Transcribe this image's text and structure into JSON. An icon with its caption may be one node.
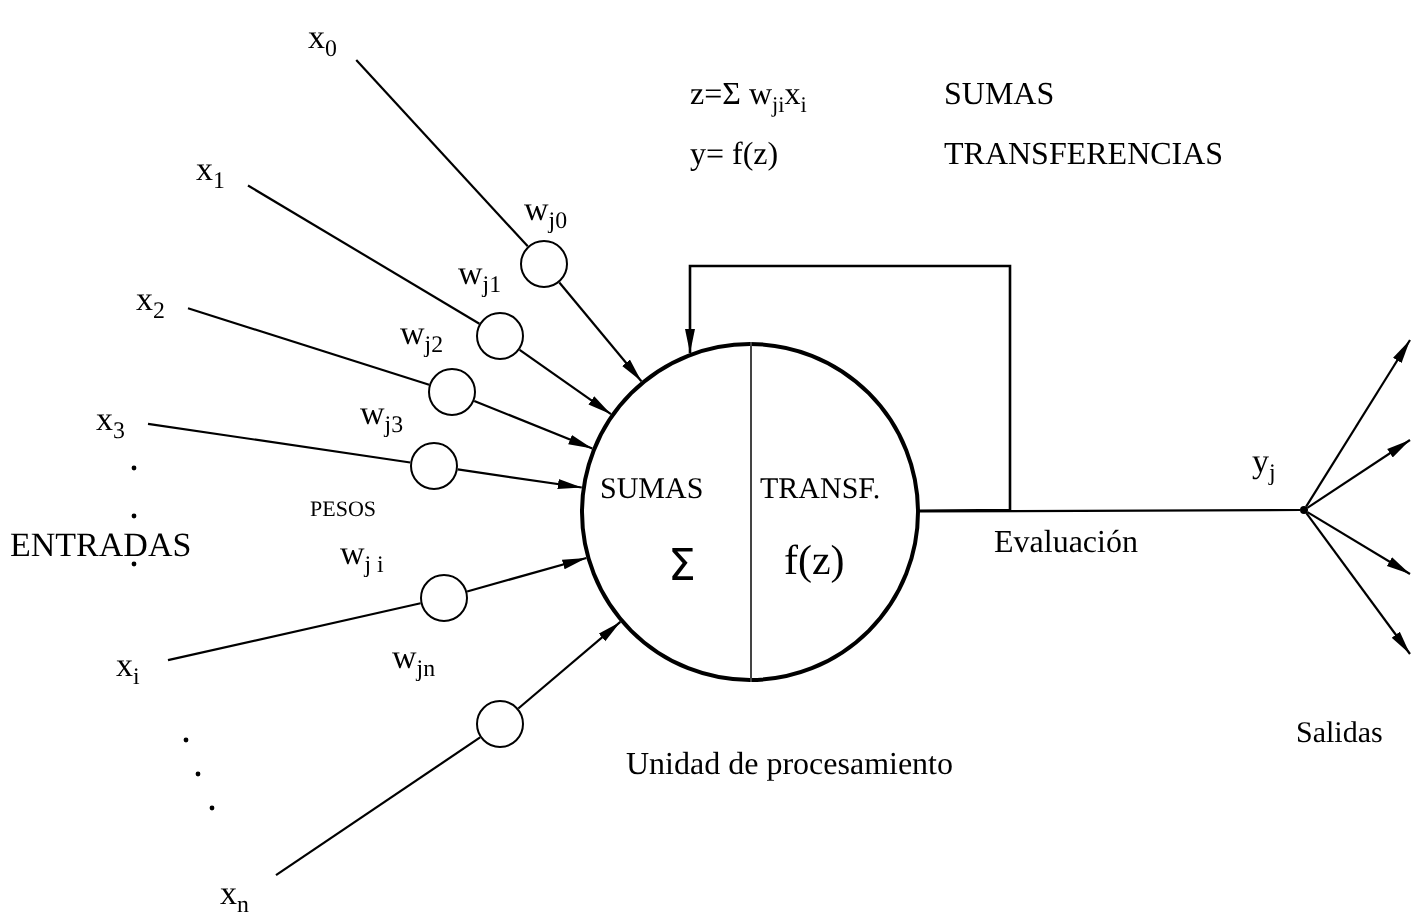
{
  "diagram": {
    "nodes": [
      {
        "text": [
          "x$_{0}$"
        ]
      },
      {
        "text": [
          "x$_{1}$"
        ]
      },
      {
        "text": [
          "x$_{2}$"
        ]
      },
      {
        "text": [
          "x$_{3}$"
        ]
      },
      {
        "text": [
          "x$_{i}$"
        ]
      },
      {
        "text": [
          "x$_{n}$"
        ]
      },
      {
        "text": [],
        "shape": "circle",
        "beside": [
          "w$_{j0}$"
        ]
      },
      {
        "text": [],
        "shape": "circle",
        "beside": [
          "w$_{j1}$"
        ]
      },
      {
        "text": [],
        "shape": "circle",
        "beside": [
          "w$_{j2}$"
        ]
      },
      {
        "text": [],
        "shape": "circle",
        "beside": [
          "w$_{j3}$"
        ]
      },
      {
        "text": [],
        "shape": "circle",
        "beside": [
          "w$_{j i}$"
        ]
      },
      {
        "text": [],
        "shape": "circle",
        "beside": [
          "w$_{jn}$"
        ]
      },
      {
        "text": [
          "SUMAS",
          "Σ",
          "TRANSF.",
          "f(z)"
        ],
        "beside": [
          "Unidad de procesamiento"
        ]
      },
      {
        "text": [],
        "shape": "dot",
        "beside": [
          "y$_{j}$"
        ]
      }
    ],
    "edges": [
      {
        "from": 0,
        "to": 6,
        "arrow": "none"
      },
      {
        "from": 1,
        "to": 7,
        "arrow": "none"
      },
      {
        "from": 2,
        "to": 8,
        "arrow": "none"
      },
      {
        "from": 3,
        "to": 9,
        "arrow": "none"
      },
      {
        "from": 4,
        "to": 10,
        "arrow": "none"
      },
      {
        "from": 5,
        "to": 11,
        "arrow": "none"
      },
      {
        "from": 6,
        "to": 12,
        "arrow": "to"
      },
      {
        "from": 7,
        "to": 12,
        "arrow": "to"
      },
      {
        "from": 8,
        "to": 12,
        "arrow": "to"
      },
      {
        "from": 9,
        "to": 12,
        "arrow": "to"
      },
      {
        "from": 10,
        "to": 12,
        "arrow": "to"
      },
      {
        "from": 11,
        "to": 12,
        "arrow": "to"
      },
      {
        "from": 12,
        "to": 13,
        "arrow": "none",
        "label": "Evaluación"
      },
      {
        "from": 12,
        "to": 12,
        "arrow": "to"
      },
      {
        "from": 13,
        "to": null,
        "arrow": "to"
      },
      {
        "from": 13,
        "to": null,
        "arrow": "to"
      },
      {
        "from": 13,
        "to": null,
        "arrow": "to"
      },
      {
        "from": 13,
        "to": null,
        "arrow": "to"
      }
    ],
    "labels": [
      "z=Σ w$_{ji}$x$_{i}$",
      "SUMAS",
      "y= f(z)",
      "TRANSFERENCIAS",
      "PESOS",
      "ENTRADAS",
      "Salidas"
    ]
  }
}
